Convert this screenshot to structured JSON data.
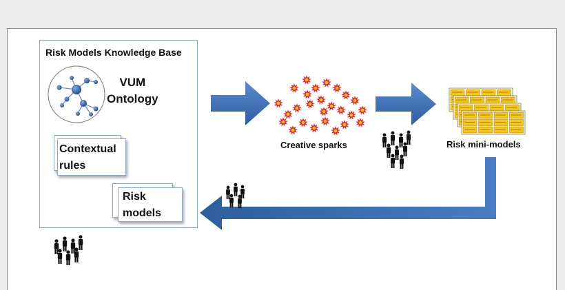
{
  "knowledge_base": {
    "title": "Risk Models Knowledge Base",
    "ontology_label": "VUM\nOntology",
    "contextual_rules_label": "Contextual\nrules",
    "risk_models_label": "Risk\nmodels"
  },
  "creative_sparks": {
    "label": "Creative sparks"
  },
  "risk_mini_models": {
    "label": "Risk mini-models"
  },
  "colors": {
    "arrow": "#3a6bb0",
    "box_border": "#8fa9cc",
    "spark_red": "#e8202a",
    "spark_yellow": "#f7c51e",
    "model_yellow": "#f5c518",
    "node_blue": "#2c5aa0"
  },
  "icons": [
    "network-graph-icon",
    "sparks-icon",
    "mini-models-icon",
    "people-group-icon"
  ]
}
